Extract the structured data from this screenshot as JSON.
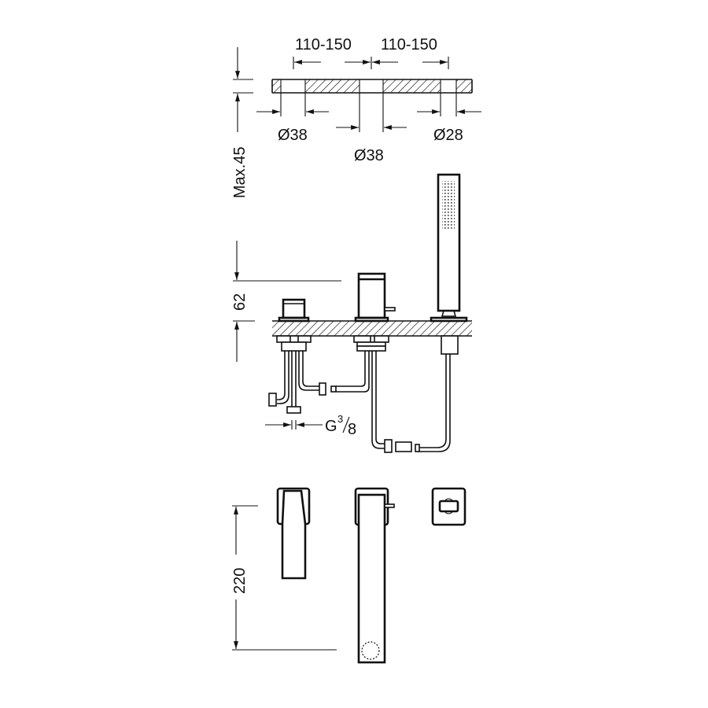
{
  "drawing": {
    "title": "3-hole deck-mounted bath mixer with hand shower - dimension drawing",
    "top_view": {
      "spacing_left": "110-150",
      "spacing_right": "110-150",
      "hole_left_diameter": "Ø38",
      "hole_center_diameter": "Ø38",
      "hole_right_diameter": "Ø28",
      "deck_thickness": "Max.45"
    },
    "side_view": {
      "height_above_deck": "62",
      "connection_thread": "G",
      "connection_sup": "3",
      "connection_sub": "8"
    },
    "front_view": {
      "spout_height": "220"
    },
    "colors": {
      "line": "#111111",
      "background": "#ffffff"
    }
  }
}
